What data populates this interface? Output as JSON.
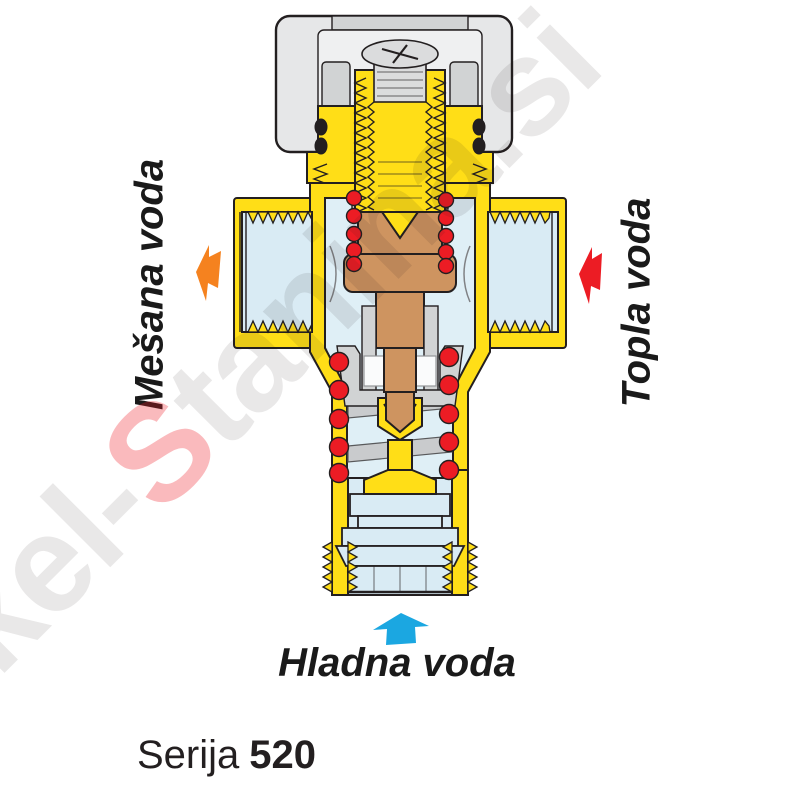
{
  "diagram": {
    "product_series_label": "Serija",
    "product_series_number": "520",
    "flow_labels": {
      "mixed": "Mešana voda",
      "hot": "Topla voda",
      "cold": "Hladna voda"
    }
  },
  "watermark": {
    "prefix": "kel-",
    "accent": "S",
    "suffix": "tanina.si"
  },
  "icons": {
    "mixed_arrow": "left-block-arrow",
    "hot_arrow": "left-block-arrow",
    "cold_arrow": "up-block-arrow"
  },
  "colors": {
    "brass_yellow": "#FFDE17",
    "water_channel_blue": "#D9EBF4",
    "water_chamber_blue": "#DFEFF6",
    "copper_element": "#CE9460",
    "spring_dot_red": "#EC1C24",
    "mixed_arrow_orange": "#F5821F",
    "hot_arrow_red": "#EC1C24",
    "cold_arrow_blue": "#1BA7E1",
    "knob_gray": "#E6E7E8",
    "outline_black": "#231F20"
  }
}
